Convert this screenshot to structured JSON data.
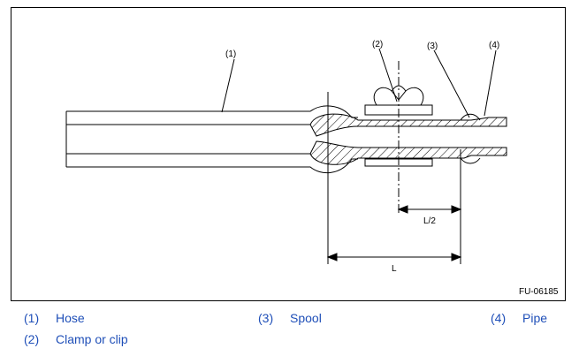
{
  "figure": {
    "code": "FU-06185",
    "callouts": [
      "(1)",
      "(2)",
      "(3)",
      "(4)"
    ],
    "dims": {
      "half": "L/2",
      "full": "L"
    }
  },
  "legend": [
    {
      "num": "(1)",
      "text": "Hose"
    },
    {
      "num": "(3)",
      "text": "Spool"
    },
    {
      "num": "(4)",
      "text": "Pipe"
    },
    {
      "num": "(2)",
      "text": "Clamp or clip"
    }
  ],
  "colors": {
    "legend": "#1f4fb8",
    "line": "#000000"
  }
}
